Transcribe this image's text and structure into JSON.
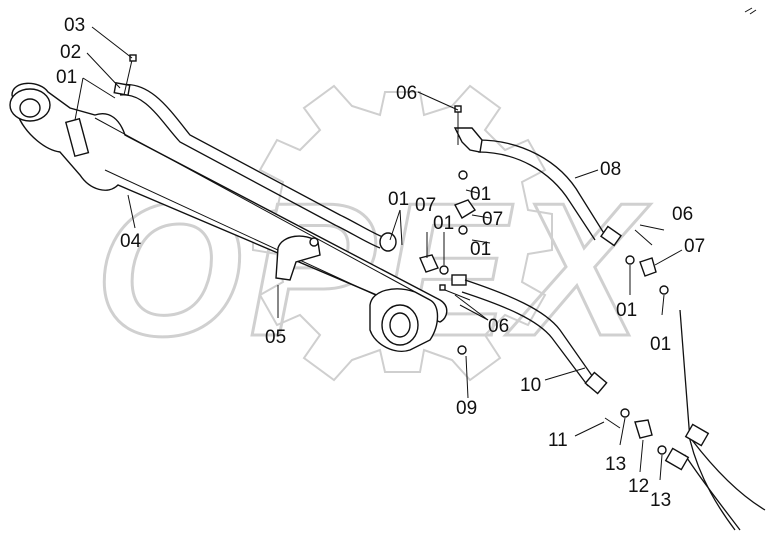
{
  "watermark": "OPEX",
  "labels": [
    {
      "id": "03a",
      "text": "03"
    },
    {
      "id": "02a",
      "text": "02"
    },
    {
      "id": "01a",
      "text": "01"
    },
    {
      "id": "04",
      "text": "04"
    },
    {
      "id": "06a",
      "text": "06"
    },
    {
      "id": "08",
      "text": "08"
    },
    {
      "id": "01b",
      "text": "01"
    },
    {
      "id": "07a",
      "text": "07"
    },
    {
      "id": "07b",
      "text": "07"
    },
    {
      "id": "01c",
      "text": "01"
    },
    {
      "id": "01d",
      "text": "01"
    },
    {
      "id": "01e",
      "text": "01"
    },
    {
      "id": "05",
      "text": "05"
    },
    {
      "id": "06b",
      "text": "06"
    },
    {
      "id": "06c",
      "text": "06"
    },
    {
      "id": "07c",
      "text": "07"
    },
    {
      "id": "01f",
      "text": "01"
    },
    {
      "id": "01g",
      "text": "01"
    },
    {
      "id": "10",
      "text": "10"
    },
    {
      "id": "09",
      "text": "09"
    },
    {
      "id": "11",
      "text": "11"
    },
    {
      "id": "13a",
      "text": "13"
    },
    {
      "id": "12",
      "text": "12"
    },
    {
      "id": "13b",
      "text": "13"
    }
  ]
}
